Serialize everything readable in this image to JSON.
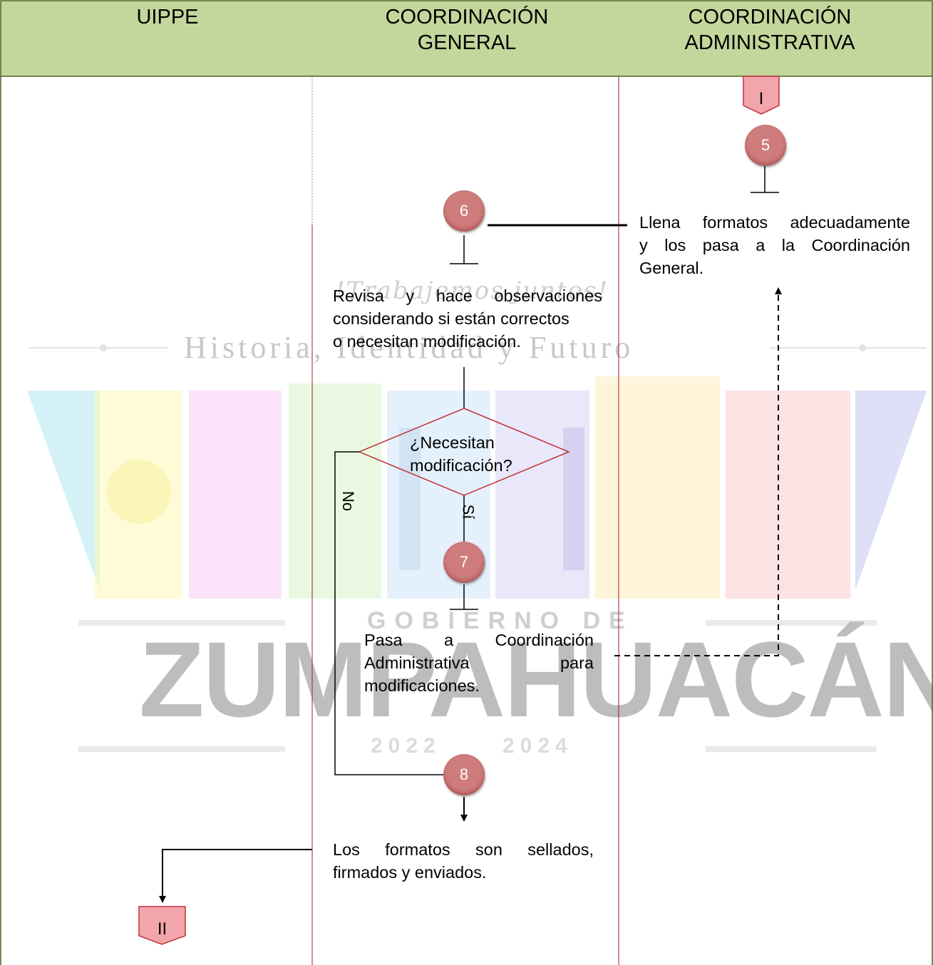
{
  "header": {
    "lane1": "UIPPE",
    "lane2": "COORDINACIÓN GENERAL",
    "lane3": "COORDINACIÓN ADMINISTRATIVA"
  },
  "watermark": {
    "tagline": "!Trabajemos juntos!",
    "motto": "Historia, Identidad y Futuro",
    "gov_label": "GOBIERNO DE",
    "municipality": "ZUMPAHUACÁN",
    "year_start": "2022",
    "year_end": "2024"
  },
  "connectors": {
    "top": "I",
    "bottom": "II"
  },
  "steps": {
    "s5": {
      "num": "5",
      "text_line1": "Llena formatos adecuadamente",
      "text_line2": "y los pasa a la Coordinación",
      "text_line3": "General."
    },
    "s6": {
      "num": "6",
      "text_line1": "Revisa y hace observaciones",
      "text_line2": "considerando si están correctos",
      "text_line3": "o necesitan modificación."
    },
    "decision": {
      "line1": "¿Necesitan",
      "line2": "modificación?",
      "yes": "Sí",
      "no": "No"
    },
    "s7": {
      "num": "7",
      "text_line1": "Pasa a Coordinación",
      "text_line2": "Administrativa para",
      "text_line3": "modificaciones."
    },
    "s8": {
      "num": "8",
      "text_line1": "Los formatos son sellados,",
      "text_line2": "firmados y enviados."
    }
  },
  "colors": {
    "header_bg": "#c3d69b",
    "lane_divider": "#a11b2b",
    "badge": "#cf7c7c",
    "connector_fill": "#f2a6ab"
  }
}
